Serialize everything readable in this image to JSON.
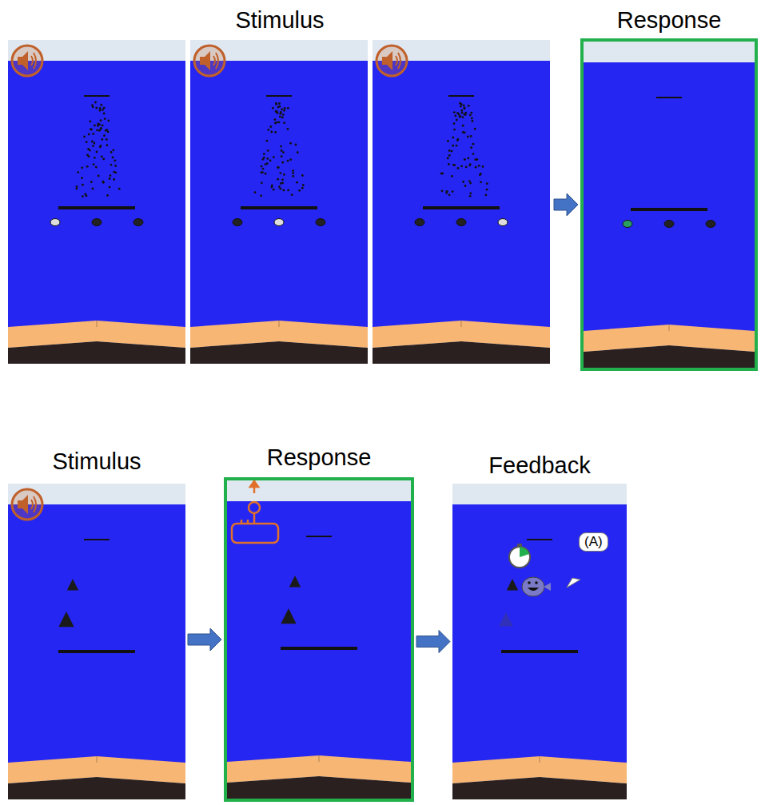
{
  "diagram": {
    "nodes": [
      {
        "text": [
          "Stimulus"
        ]
      },
      {
        "text": [
          "Response"
        ]
      },
      {
        "text": [
          "Stimulus"
        ]
      },
      {
        "text": [
          "Response"
        ]
      },
      {
        "text": [
          "Feedback"
        ]
      }
    ],
    "edges": [
      {
        "from": 0,
        "to": 1,
        "arrow": "to"
      },
      {
        "from": 2,
        "to": 3,
        "arrow": "to"
      },
      {
        "from": 3,
        "to": 4,
        "arrow": "to"
      }
    ],
    "labels": [
      "(A)"
    ]
  }
}
